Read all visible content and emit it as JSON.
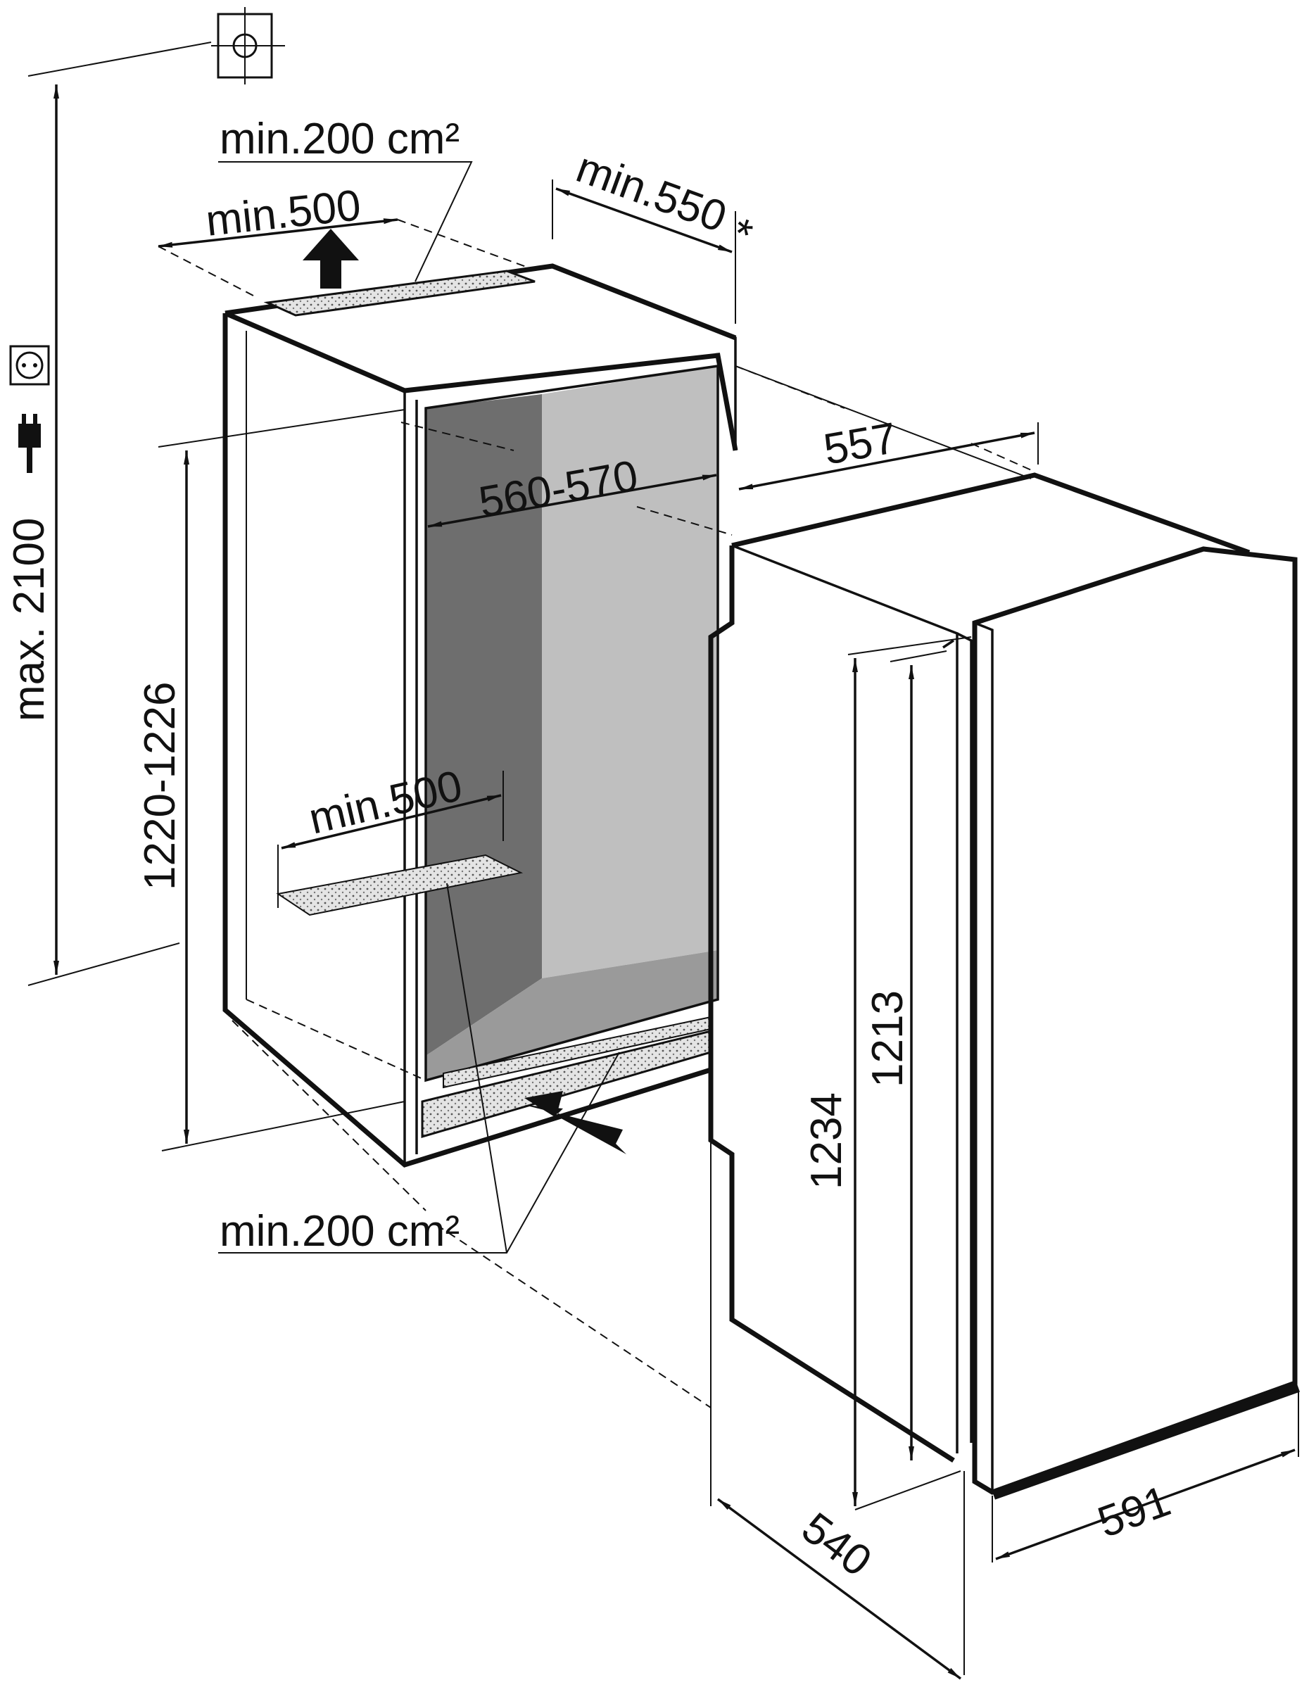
{
  "labels": {
    "vent_top": "min.200 cm²",
    "vent_bottom": "min.200 cm²",
    "depth_top": "min.500",
    "depth_bottom": "min.500",
    "niche_depth": "min.550",
    "niche_depth_note": "*",
    "niche_width": "560-570",
    "niche_height": "1220-1226",
    "max_height": "max. 2100",
    "appliance_width": "557",
    "appliance_height_total": "1234",
    "appliance_height_body": "1213",
    "appliance_depth": "540",
    "door_width": "591"
  },
  "icons": [
    "water-connection-icon",
    "socket-icon",
    "plug-icon",
    "airflow-out-arrow-icon",
    "airflow-in-arrow-icon"
  ],
  "colors": {
    "line": "#111111",
    "niche_back": "#bfbfbf",
    "niche_side": "#6e6e6e",
    "niche_floor": "#9a9a9a",
    "vent_grille": "#d9d9d9"
  }
}
